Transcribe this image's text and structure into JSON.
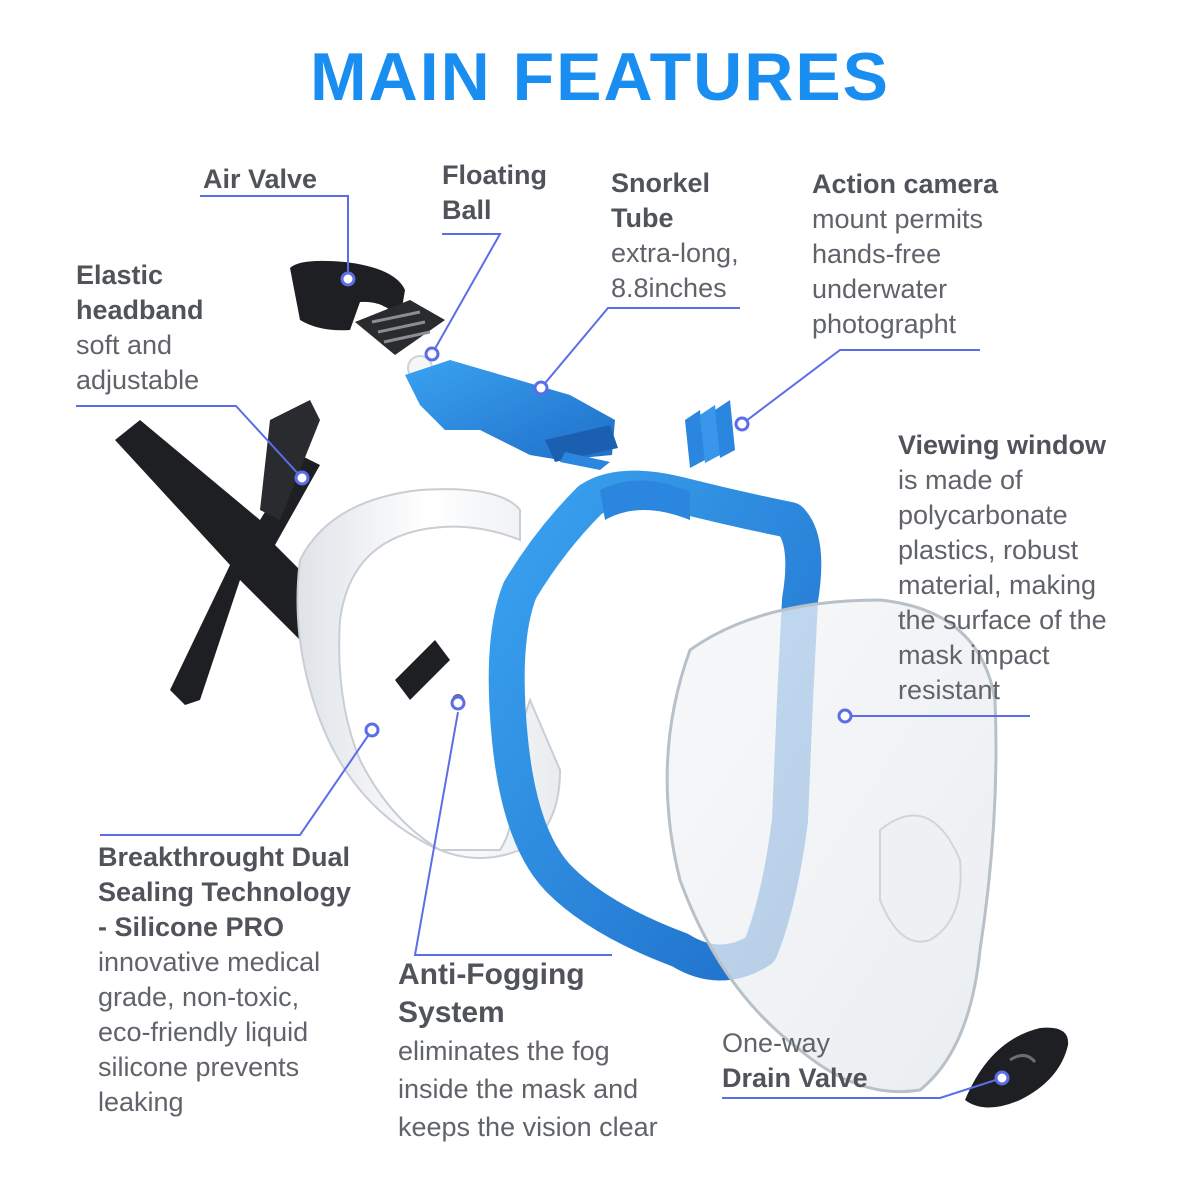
{
  "title": "MAIN FEATURES",
  "accent_color": "#1a8ef0",
  "line_color": "#5b6ee8",
  "features": {
    "air_valve": {
      "title": "Air Valve"
    },
    "floating_ball": {
      "title": "Floating\nBall"
    },
    "snorkel_tube": {
      "title": "Snorkel\nTube",
      "desc": "extra-long,\n8.8inches"
    },
    "action_camera": {
      "title": "Action camera",
      "desc": "mount permits\nhands-free\nunderwater\nphotographt"
    },
    "elastic_headband": {
      "title": "Elastic\nheadband",
      "desc": "soft and\nadjustable"
    },
    "viewing_window": {
      "title": "Viewing window",
      "desc": "is made of\npolycarbonate\nplastics, robust\nmaterial, making\nthe surface of the\nmask impact\nresistant"
    },
    "dual_sealing": {
      "title": "Breakthrought Dual\nSealing Technology\n- Silicone PRO",
      "desc": "innovative medical\ngrade, non-toxic,\neco-friendly liquid\nsilicone prevents\nleaking"
    },
    "anti_fogging": {
      "title": "Anti-Fogging\nSystem",
      "desc": "eliminates the fog\ninside the mask and\nkeeps the vision clear"
    },
    "drain_valve": {
      "prefix": "One-way",
      "title": "Drain Valve"
    }
  }
}
